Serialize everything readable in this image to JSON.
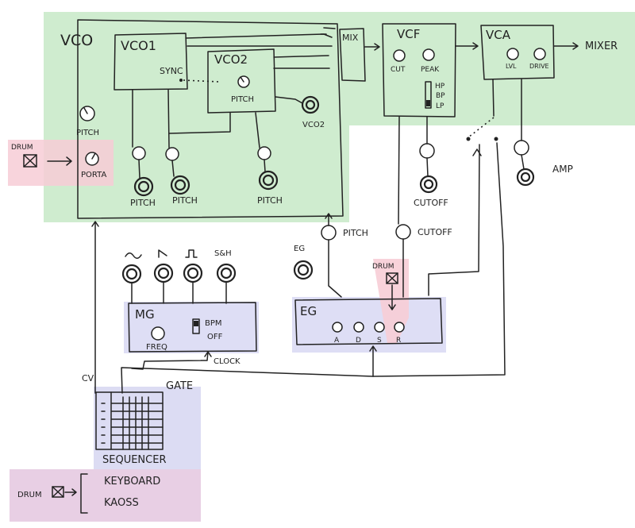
{
  "colors": {
    "vco_region": "#cfeccf",
    "drum_region": "#f7cdd6",
    "seq_region": "#dcdcf3",
    "kbd_region": "#e8cfe4",
    "eg_region": "#dedef5",
    "ink": "#222222"
  },
  "vco": {
    "title": "VCO",
    "vco1": {
      "title": "VCO1",
      "sync": "SYNC"
    },
    "vco2": {
      "title": "VCO2",
      "pitch": "PITCH",
      "out": "VCO2"
    },
    "knob_pitch": "PITCH",
    "knob_porta": "PORTA",
    "cv_pitch_1": "PITCH",
    "cv_pitch_2": "PITCH",
    "cv_pitch_3": "PITCH"
  },
  "drum_left": "DRUM",
  "mix": "MIX",
  "vcf": {
    "title": "VCF",
    "cut": "CUT",
    "peak": "PEAK",
    "modes": [
      "HP",
      "BP",
      "LP"
    ],
    "cv_label": "CUTOFF"
  },
  "vca": {
    "title": "VCA",
    "lvl": "LVL",
    "drive": "DRIVE",
    "cv_label": "AMP"
  },
  "mixer": "MIXER",
  "eg_knobs": {
    "pitch": "PITCH",
    "cutoff": "CUTOFF"
  },
  "mg": {
    "title": "MG",
    "freq": "FREQ",
    "bpm": "BPM",
    "off": "OFF",
    "clock": "CLOCK",
    "waves": [
      "S&H"
    ]
  },
  "eg": {
    "title": "EG",
    "jack_label": "EG",
    "drum": "DRUM",
    "adsr": [
      "A",
      "D",
      "S",
      "R"
    ]
  },
  "sequencer": {
    "title": "SEQUENCER",
    "cv": "CV",
    "gate": "GATE"
  },
  "inputs": {
    "drum": "DRUM",
    "keyboard": "KEYBOARD",
    "kaoss": "KAOSS"
  }
}
